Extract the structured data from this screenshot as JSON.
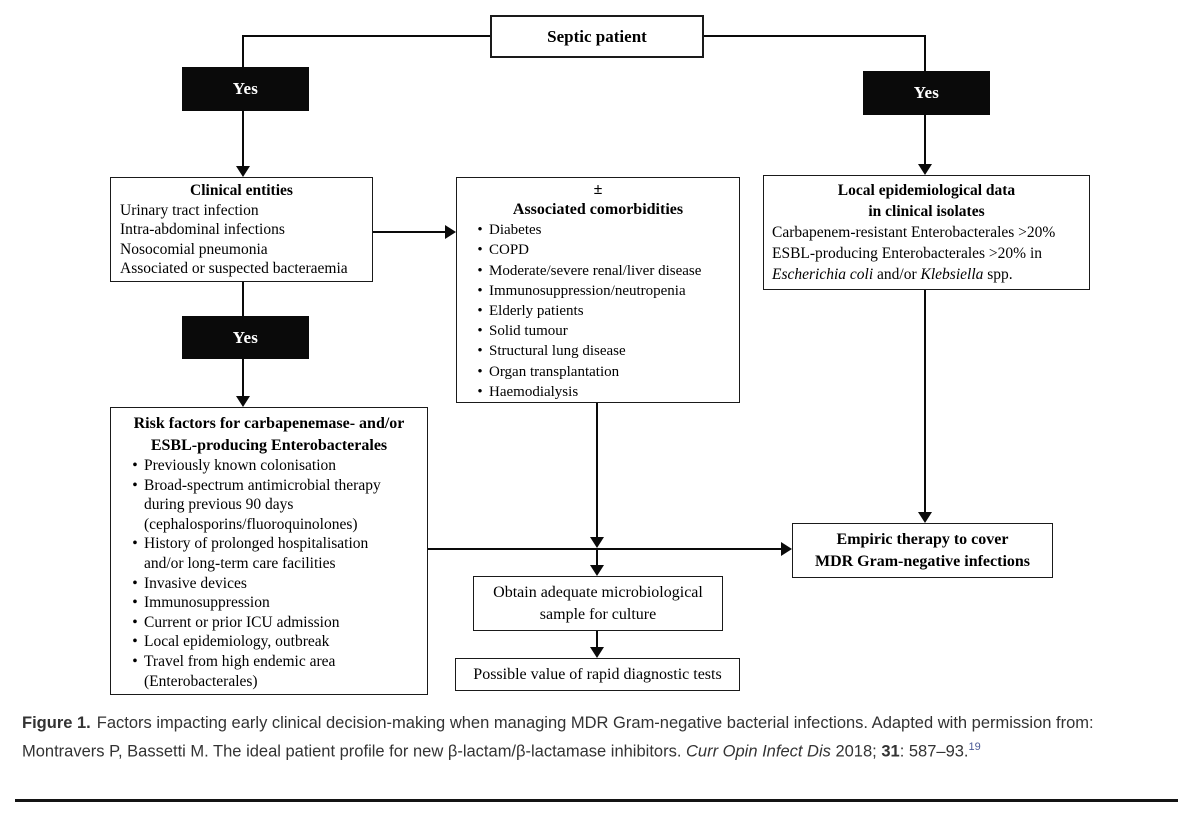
{
  "glyphs": {
    "bullet": "•"
  },
  "colors": {
    "box_border": "#1a1a1a",
    "yes_box_fill": "#0a0a0a",
    "yes_box_text": "#ffffff",
    "caption_text": "#333333",
    "reference_link": "#4a5a96",
    "connector": "#0a0a0a"
  },
  "flowchart": {
    "septic": {
      "label": "Septic patient"
    },
    "yes_left_top": {
      "label": "Yes"
    },
    "yes_left_mid": {
      "label": "Yes"
    },
    "yes_right": {
      "label": "Yes"
    },
    "clinical_entities": {
      "title": "Clinical entities",
      "items": [
        "Urinary tract infection",
        "Intra-abdominal infections",
        "Nosocomial pneumonia",
        "Associated or suspected bacteraemia"
      ]
    },
    "comorbidities": {
      "plus_minus": "±",
      "title": "Associated comorbidities",
      "items": [
        "Diabetes",
        "COPD",
        "Moderate/severe renal/liver disease",
        "Immunosuppression/neutropenia",
        "Elderly patients",
        "Solid tumour",
        "Structural lung disease",
        "Organ transplantation",
        "Haemodialysis"
      ]
    },
    "local_epidemiology": {
      "title_line1": "Local epidemiological data",
      "title_line2": "in clinical isolates",
      "line1": "Carbapenem-resistant Enterobacterales >20%",
      "line2": "ESBL-producing Enterobacterales >20% in",
      "line3_italic1": "Escherichia coli",
      "line3_mid": " and/or ",
      "line3_italic2": "Klebsiella",
      "line3_end": " spp."
    },
    "risk_factors": {
      "title_line1": "Risk factors for carbapenemase- and/or",
      "title_line2": "ESBL-producing Enterobacterales",
      "items": [
        "Previously known colonisation",
        "Broad-spectrum antimicrobial therapy\nduring previous 90 days\n(cephalosporins/fluoroquinolones)",
        "History of prolonged hospitalisation\nand/or long-term care facilities",
        "Invasive devices",
        "Immunosuppression",
        "Current or prior ICU admission",
        "Local epidemiology, outbreak",
        "Travel from high endemic area\n(Enterobacterales)"
      ]
    },
    "empiric_therapy": {
      "line1": "Empiric therapy to cover",
      "line2": "MDR Gram-negative infections"
    },
    "obtain_sample": {
      "line1": "Obtain adequate microbiological",
      "line2": "sample for culture"
    },
    "rapid_tests": {
      "label": "Possible value of rapid diagnostic tests"
    }
  },
  "caption": {
    "figure_label": "Figure 1.",
    "line1_rest": "Factors impacting early clinical decision-making when managing MDR Gram-negative bacterial infections. Adapted with permission from:",
    "line2_part1": "Montravers P, Bassetti M. The ideal patient profile for new β-lactam/β-lactamase inhibitors. ",
    "line2_journal": "Curr Opin Infect Dis",
    "line2_year": " 2018; ",
    "line2_volume": "31",
    "line2_pages": ": 587–93.",
    "line2_ref": "19"
  }
}
